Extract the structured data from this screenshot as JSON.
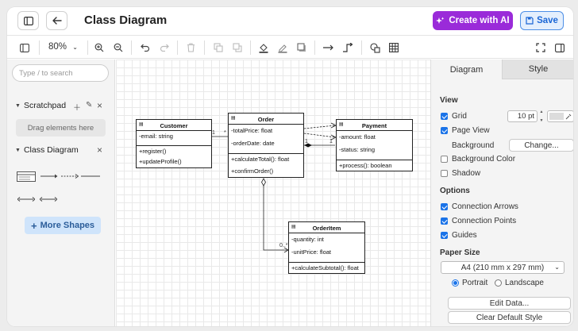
{
  "header": {
    "title": "Class Diagram",
    "create_ai_label": "Create with AI",
    "save_label": "Save"
  },
  "toolbar": {
    "zoom": "80%"
  },
  "left": {
    "search_placeholder": "Type / to search",
    "scratchpad_label": "Scratchpad",
    "drag_hint": "Drag elements here",
    "class_diagram_label": "Class Diagram",
    "more_shapes_label": "More Shapes"
  },
  "diagram": {
    "customer": {
      "name": "Customer",
      "attrs": [
        "-email: string"
      ],
      "ops": [
        "+register()",
        "+updateProfile()"
      ]
    },
    "order": {
      "name": "Order",
      "attrs": [
        "-totalPrice: float",
        "-orderDate: date"
      ],
      "ops": [
        "+calculateTotal(): float",
        "+confirmOrder()"
      ]
    },
    "payment": {
      "name": "Payment",
      "attrs": [
        "-amount: float",
        "-status: string"
      ],
      "ops": [
        "+process(): boolean"
      ]
    },
    "orderitem": {
      "name": "OrderItem",
      "attrs": [
        "-quantity: int",
        "-unitPrice: float"
      ],
      "ops": [
        "+calculateSubtotal(): float"
      ]
    },
    "mult": {
      "cust_order_left": "1",
      "cust_order_right": "*",
      "order_payment_left": "1",
      "order_payment_right": "1",
      "orderitem": "0..*"
    }
  },
  "panel": {
    "tab_diagram": "Diagram",
    "tab_style": "Style",
    "view_heading": "View",
    "grid_label": "Grid",
    "grid_size": "10 pt",
    "page_view_label": "Page View",
    "background_label": "Background",
    "change_label": "Change...",
    "bg_color_label": "Background Color",
    "shadow_label": "Shadow",
    "options_heading": "Options",
    "conn_arrows_label": "Connection Arrows",
    "conn_points_label": "Connection Points",
    "guides_label": "Guides",
    "paper_heading": "Paper Size",
    "paper_value": "A4 (210 mm x 297 mm)",
    "portrait_label": "Portrait",
    "landscape_label": "Landscape",
    "edit_data_label": "Edit Data...",
    "clear_style_label": "Clear Default Style"
  },
  "colors": {
    "ai_button": "#9a2bd9",
    "save_button_text": "#1a66d6",
    "accent": "#1a73e8",
    "more_shapes_bg": "#cfe4fb"
  }
}
